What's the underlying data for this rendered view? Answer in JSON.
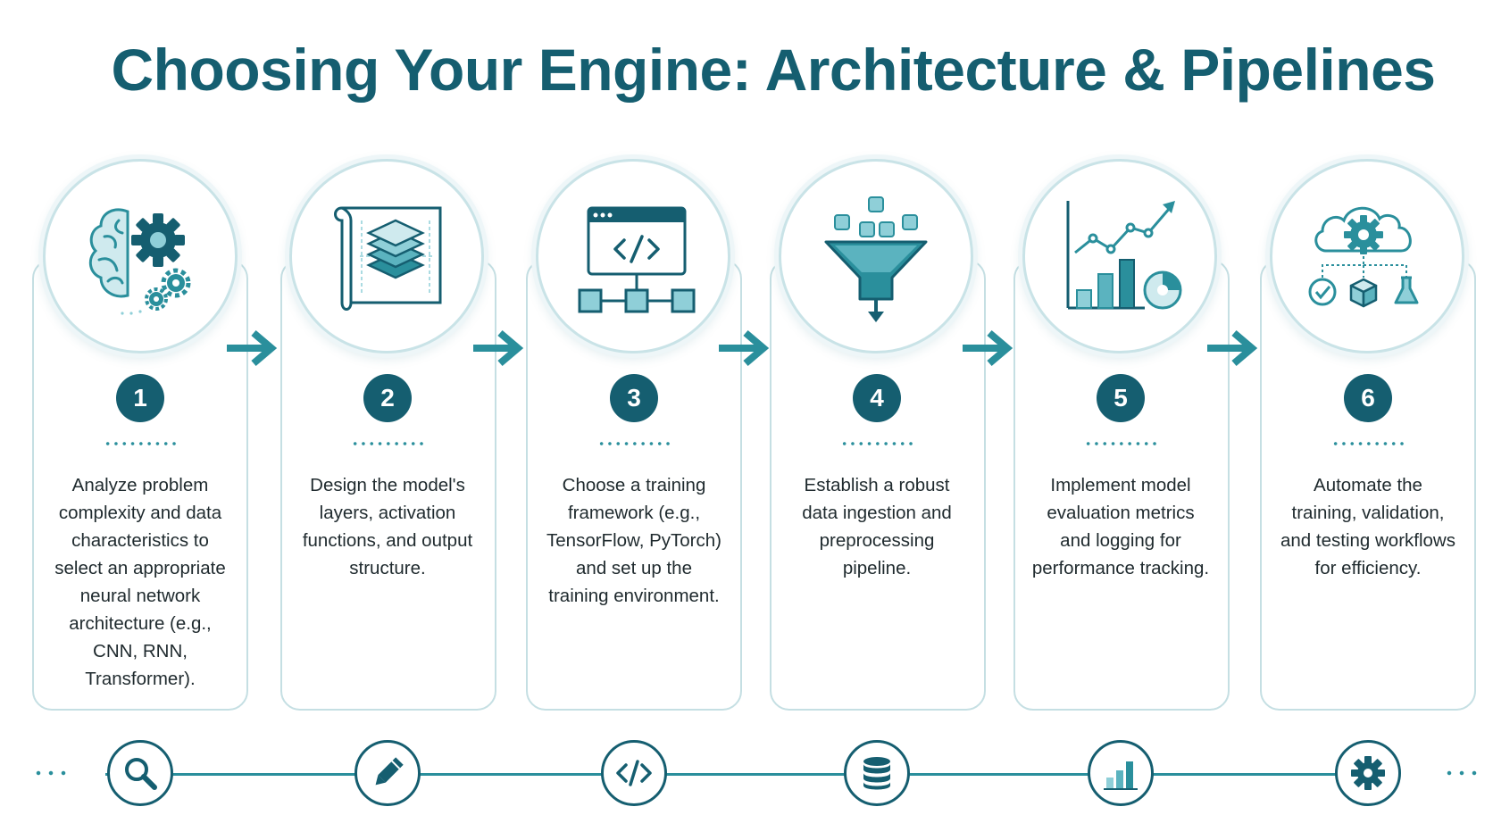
{
  "title": "Choosing Your Engine: Architecture & Pipelines",
  "colors": {
    "primary": "#155e70",
    "accent": "#2a8f9c",
    "light": "#8fcfd8",
    "border": "#c5dfe3"
  },
  "steps": [
    {
      "number": "1",
      "icon": "brain-gears-icon",
      "bottom_icon": "search-icon",
      "text": "Analyze problem complexity and data characteristics to select an appropriate neural network architecture (e.g., CNN, RNN, Transformer)."
    },
    {
      "number": "2",
      "icon": "blueprint-layers-icon",
      "bottom_icon": "pencil-icon",
      "text": "Design the model's layers, activation functions, and output structure."
    },
    {
      "number": "3",
      "icon": "code-window-icon",
      "bottom_icon": "code-icon",
      "text": "Choose a training framework (e.g., TensorFlow, PyTorch) and set up the training environment."
    },
    {
      "number": "4",
      "icon": "funnel-icon",
      "bottom_icon": "database-icon",
      "text": "Establish a robust data ingestion and preprocessing pipeline."
    },
    {
      "number": "5",
      "icon": "chart-analytics-icon",
      "bottom_icon": "bar-chart-icon",
      "text": "Implement model evaluation metrics and logging for performance tracking."
    },
    {
      "number": "6",
      "icon": "cloud-gear-icon",
      "bottom_icon": "gear-icon",
      "text": "Automate the training, validation, and testing workflows for efficiency."
    }
  ]
}
